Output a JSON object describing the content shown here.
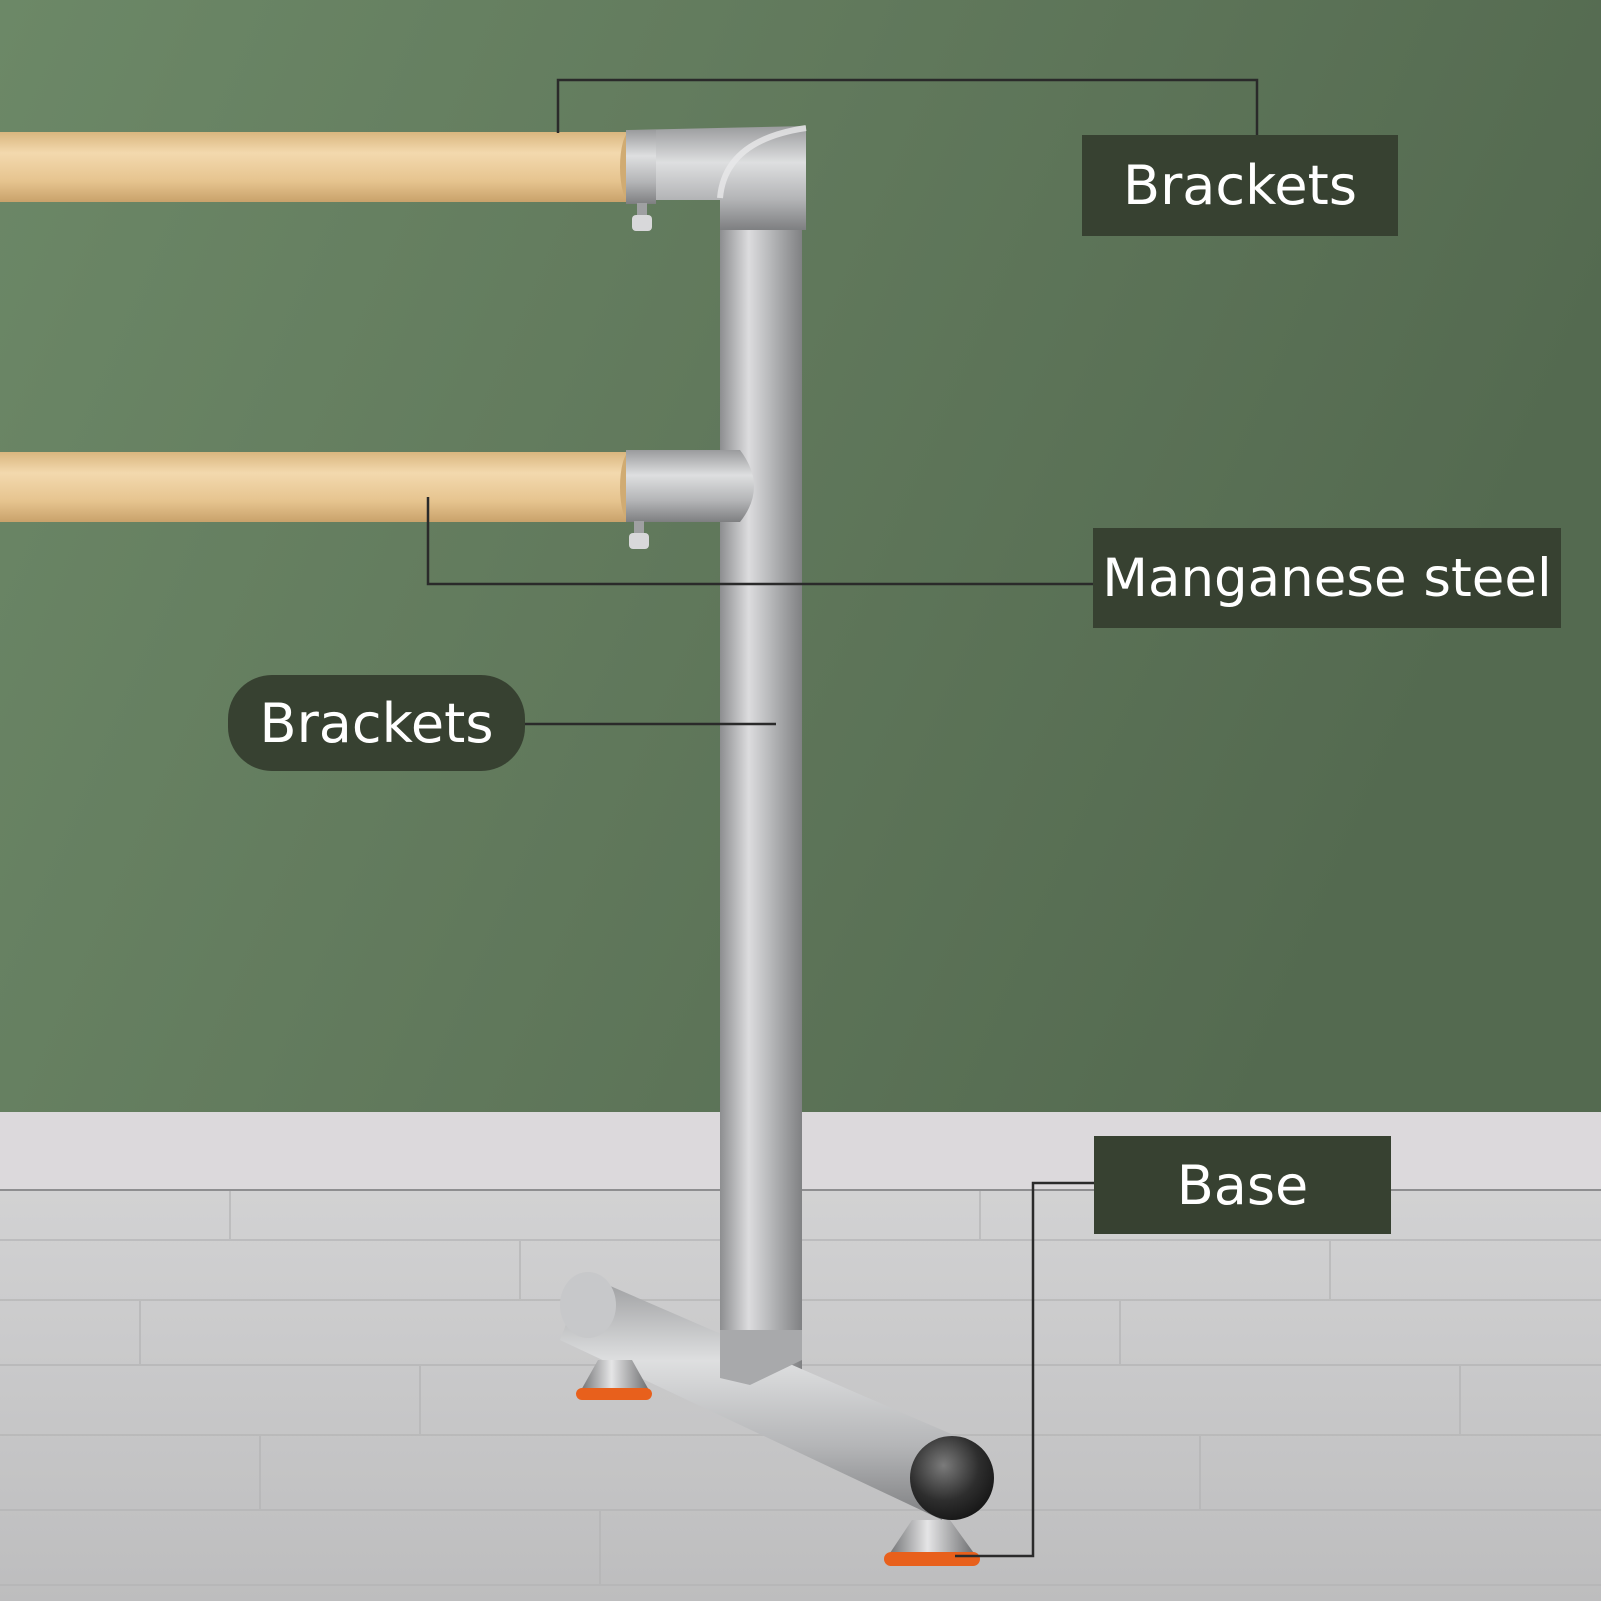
{
  "colors": {
    "wall": "#5f7a5b",
    "label_bg": "#374131",
    "label_text": "#ffffff",
    "leader_line": "#2a2a2a",
    "wood": "#e9c998",
    "steel": "#b2b3b5",
    "floor": "#c9c9c9",
    "foot_ring": "#e8601c"
  },
  "callouts": {
    "brackets_top": "Brackets",
    "manganese_steel": "Manganese steel",
    "brackets_mid": "Brackets",
    "base": "Base"
  }
}
